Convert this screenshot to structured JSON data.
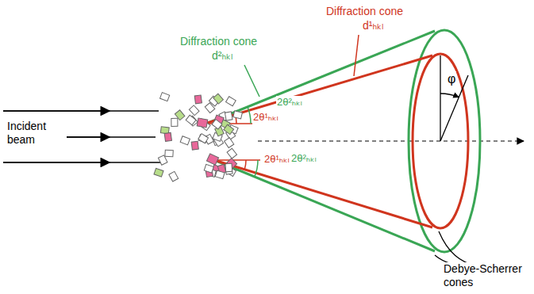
{
  "diagram": {
    "labels": [
      "Diffraction cone",
      "d¹ₕₖₗ",
      "Diffraction cone",
      "d²ₕₖₗ",
      "2θ¹ₕₖₗ",
      "2θ²ₕₖₗ",
      "2θ¹ₕₖₗ",
      "2θ²ₕₖₗ",
      "φ",
      "Incident beam",
      "Debye-Scherrer cones"
    ]
  }
}
